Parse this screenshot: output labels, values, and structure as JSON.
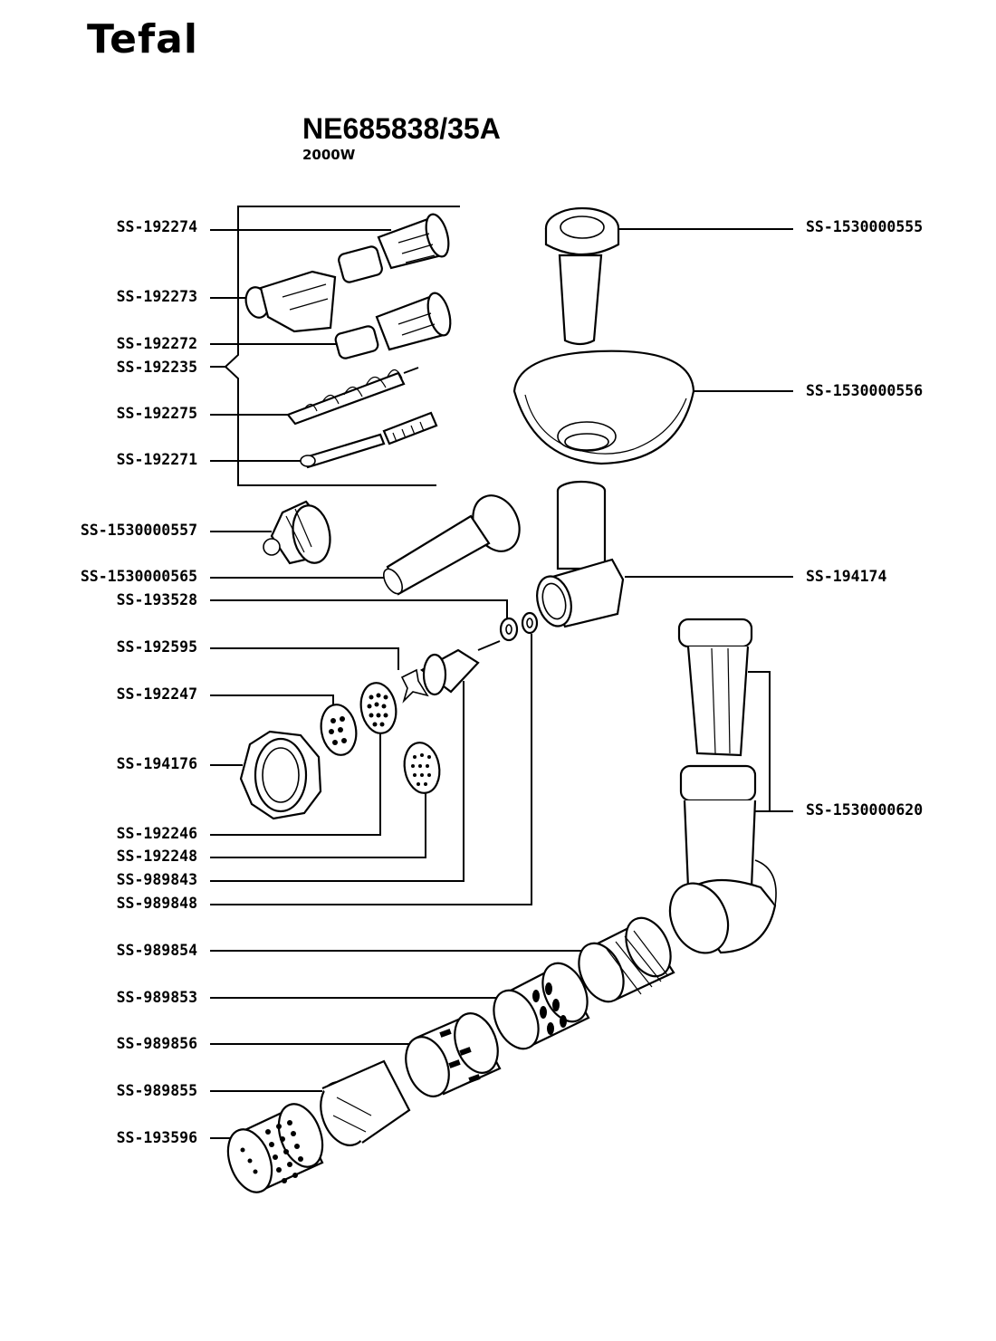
{
  "header": {
    "brand": "Tefal",
    "model": "NE685838/35A",
    "power": "2000W"
  },
  "part_labels": {
    "left": [
      "SS-192274",
      "SS-192273",
      "SS-192272",
      "SS-192235",
      "SS-192275",
      "SS-192271",
      "SS-1530000557",
      "SS-1530000565",
      "SS-193528",
      "SS-192595",
      "SS-192247",
      "SS-194176",
      "SS-192246",
      "SS-192248",
      "SS-989843",
      "SS-989848",
      "SS-989854",
      "SS-989853",
      "SS-989856",
      "SS-989855",
      "SS-193596"
    ],
    "right": [
      "SS-1530000555",
      "SS-1530000556",
      "SS-194174",
      "SS-1530000620"
    ]
  }
}
